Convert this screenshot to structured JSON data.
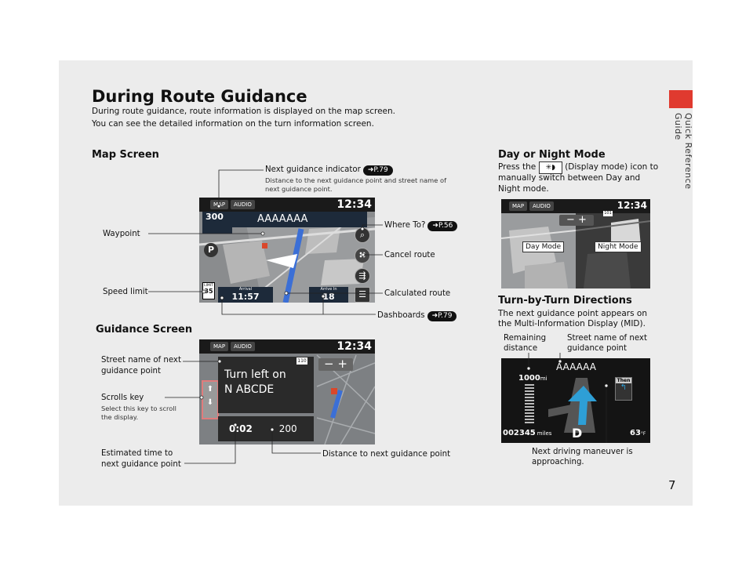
{
  "page": {
    "number": "7",
    "side_label": "Quick Reference Guide",
    "title": "During Route Guidance",
    "intro": [
      "During route guidance, route information is displayed on the map screen.",
      "You can see the detailed information on the turn information screen."
    ]
  },
  "map_screen": {
    "heading": "Map Screen",
    "next_indicator_label": "Next guidance indicator",
    "next_indicator_ref": "P.79",
    "next_indicator_sub": [
      "Distance to the next guidance point and street name of",
      "next guidance point."
    ],
    "waypoint": "Waypoint",
    "speed_limit": "Speed limit",
    "where_to": "Where To?",
    "where_to_ref": "P.56",
    "cancel_route": "Cancel route",
    "calculated_route": "Calculated route",
    "dashboards": "Dashboards",
    "dashboards_ref": "P.79",
    "ui": {
      "map_btn": "MAP",
      "audio_btn": "AUDIO",
      "clock": "12:34",
      "distance": "300",
      "street": "AAAAAAA",
      "limit_label": "LIMIT",
      "limit_value": "35",
      "arrival_label": "Arrival",
      "arrival_value": "11:57",
      "arrive_in_label": "Arrive In",
      "arrive_in_value": "18"
    }
  },
  "guidance_screen": {
    "heading": "Guidance Screen",
    "street_name": [
      "Street name of next",
      "guidance point"
    ],
    "scrolls_key": "Scrolls key",
    "scrolls_sub": [
      "Select this key to scroll",
      "the display."
    ],
    "estimated_time": [
      "Estimated time to",
      "next guidance point"
    ],
    "distance_next": "Distance to next guidance point",
    "ui": {
      "map_btn": "MAP",
      "audio_btn": "AUDIO",
      "clock": "12:34",
      "turn_text": [
        "Turn left on",
        "N ABCDE"
      ],
      "time": "0:02",
      "distance": "200",
      "road_num": "110"
    }
  },
  "day_night": {
    "heading": "Day or Night Mode",
    "text": [
      "Press the",
      "(Display mode) icon to",
      "manually switch between Day and",
      "Night mode."
    ],
    "day_label": "Day Mode",
    "night_label": "Night Mode",
    "ui": {
      "map_btn": "MAP",
      "audio_btn": "AUDIO",
      "clock": "12:34",
      "road_num": "101"
    }
  },
  "turn_by_turn": {
    "heading": "Turn-by-Turn Directions",
    "text": [
      "The next guidance point appears on",
      "the Multi-Information Display (MID)."
    ],
    "remaining": [
      "Remaining",
      "distance"
    ],
    "street_name": [
      "Street name of next",
      "guidance point"
    ],
    "next_maneuver": [
      "Next driving maneuver is",
      "approaching."
    ],
    "ui": {
      "street": "AAAAAA",
      "distance": "1000",
      "distance_unit": "mi",
      "odometer": "002345",
      "odometer_unit": "miles",
      "gear": "D",
      "temp": "63",
      "temp_unit": "°F",
      "then": "Then"
    }
  }
}
